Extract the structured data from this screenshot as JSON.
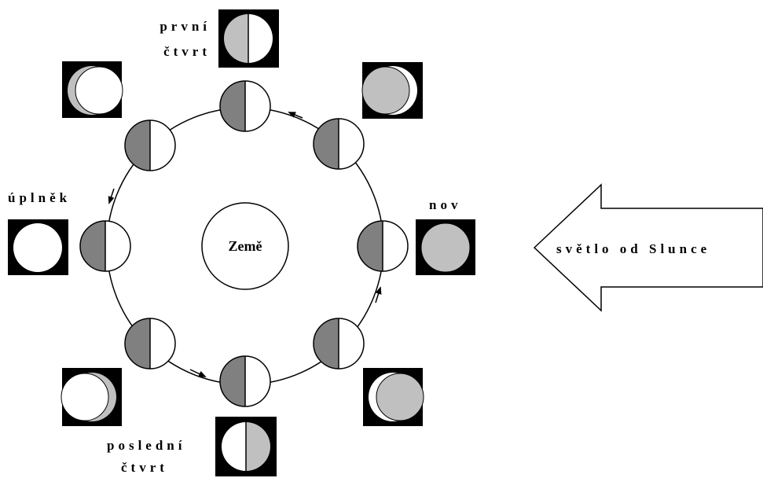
{
  "colors": {
    "background": "#ffffff",
    "ink": "#000000",
    "dark_half": "#808080",
    "lit_face": "#c0c0c0",
    "white": "#ffffff"
  },
  "labels": {
    "earth": "Země",
    "new_moon": "nov",
    "first_quarter_line1": "první",
    "first_quarter_line2": "čtvrt",
    "full_moon": "úplněk",
    "last_quarter_line1": "poslední",
    "last_quarter_line2": "čtvrt",
    "sunlight": "světlo od Slunce"
  },
  "orbit": {
    "direction": "counter-clockwise",
    "moon_count": 8
  },
  "phases": [
    {
      "id": "new-moon",
      "label": "nov"
    },
    {
      "id": "waxing-crescent"
    },
    {
      "id": "first-quarter",
      "label": "první čtvrt"
    },
    {
      "id": "waxing-gibbous"
    },
    {
      "id": "full-moon",
      "label": "úplněk"
    },
    {
      "id": "waning-gibbous"
    },
    {
      "id": "last-quarter",
      "label": "poslední čtvrt"
    },
    {
      "id": "waning-crescent"
    }
  ]
}
